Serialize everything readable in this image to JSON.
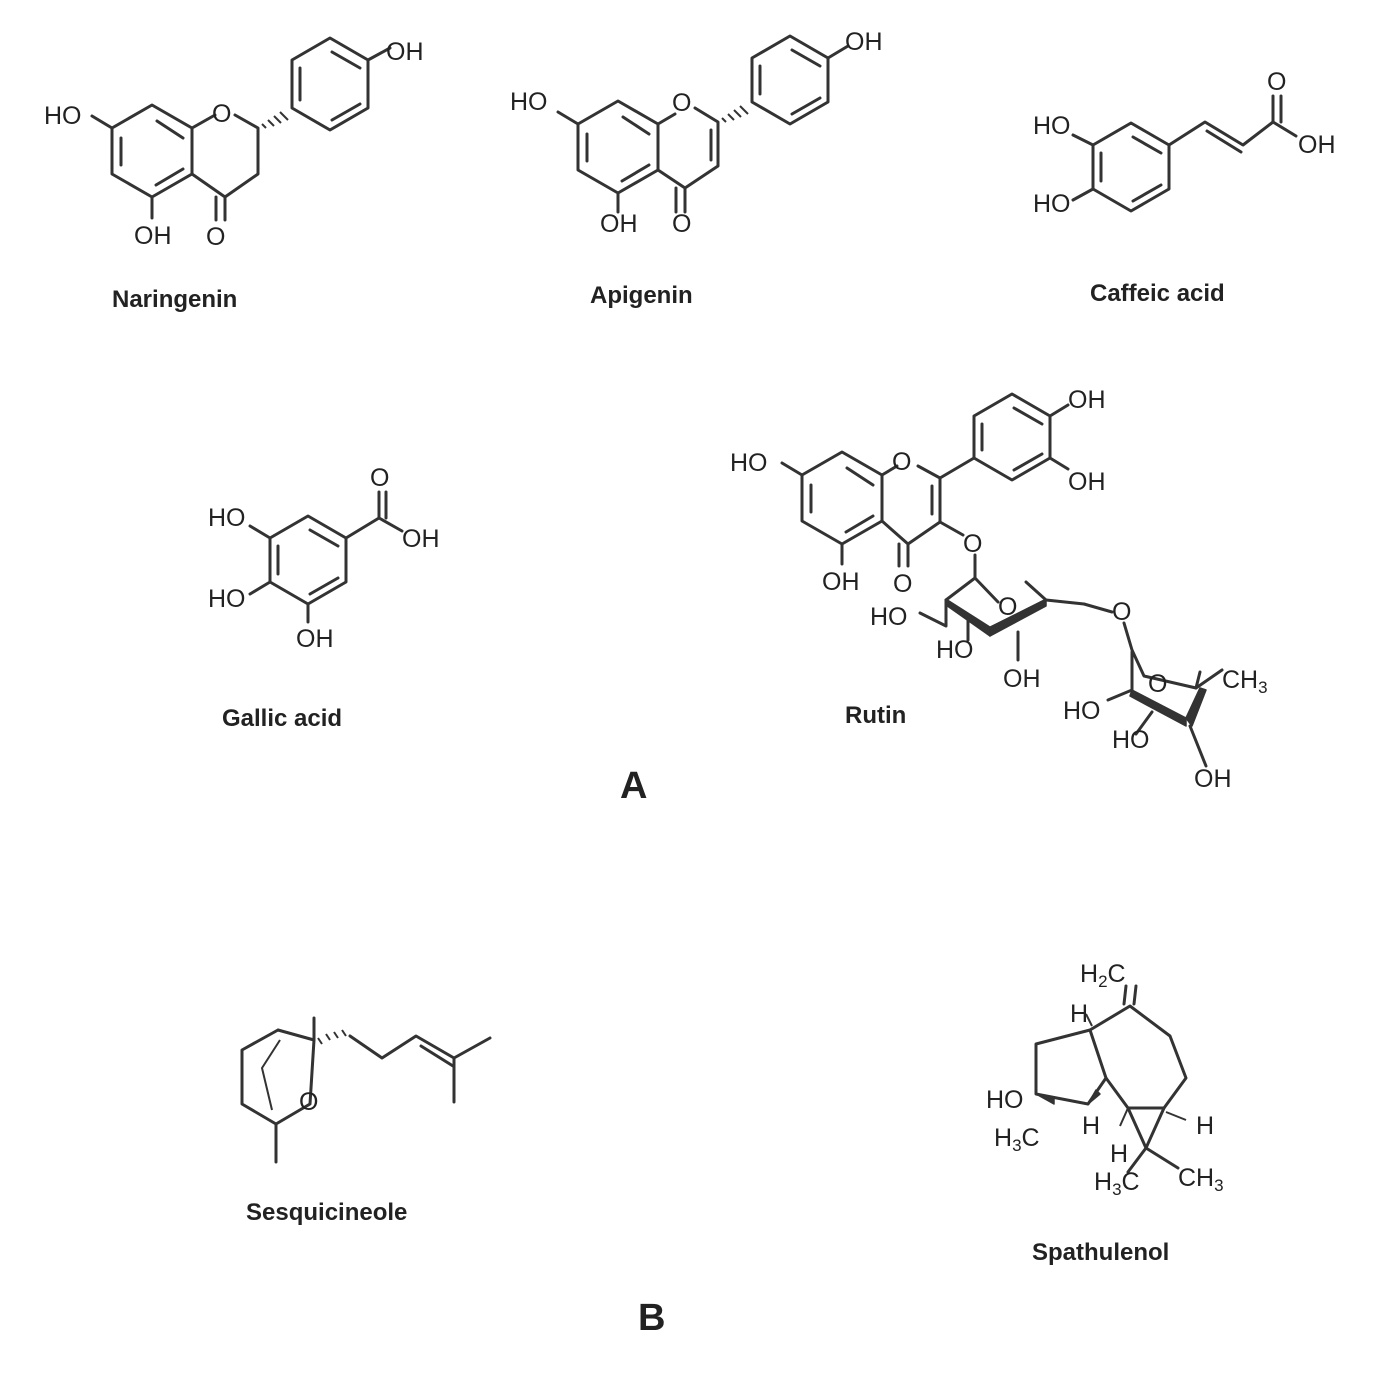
{
  "panels": {
    "a": "A",
    "b": "B"
  },
  "molecules": {
    "naringenin": {
      "name": "Naringenin",
      "oh": "OH",
      "ho": "HO",
      "o": "O"
    },
    "apigenin": {
      "name": "Apigenin",
      "oh": "OH",
      "ho": "HO",
      "o": "O"
    },
    "caffeic_acid": {
      "name": "Caffeic acid",
      "oh": "OH",
      "ho": "HO",
      "o": "O"
    },
    "gallic_acid": {
      "name": "Gallic acid",
      "oh": "OH",
      "ho": "HO",
      "o": "O"
    },
    "rutin": {
      "name": "Rutin",
      "oh": "OH",
      "ho": "HO",
      "o": "O",
      "ch3": "CH",
      "sub3": "3"
    },
    "sesquicineole": {
      "name": "Sesquicineole",
      "o": "O"
    },
    "spathulenol": {
      "name": "Spathulenol",
      "ho": "HO",
      "h": "H",
      "h2c": "H",
      "h3c": "H",
      "c": "C",
      "ch3": "CH",
      "sub2": "2",
      "sub3": "3"
    }
  }
}
